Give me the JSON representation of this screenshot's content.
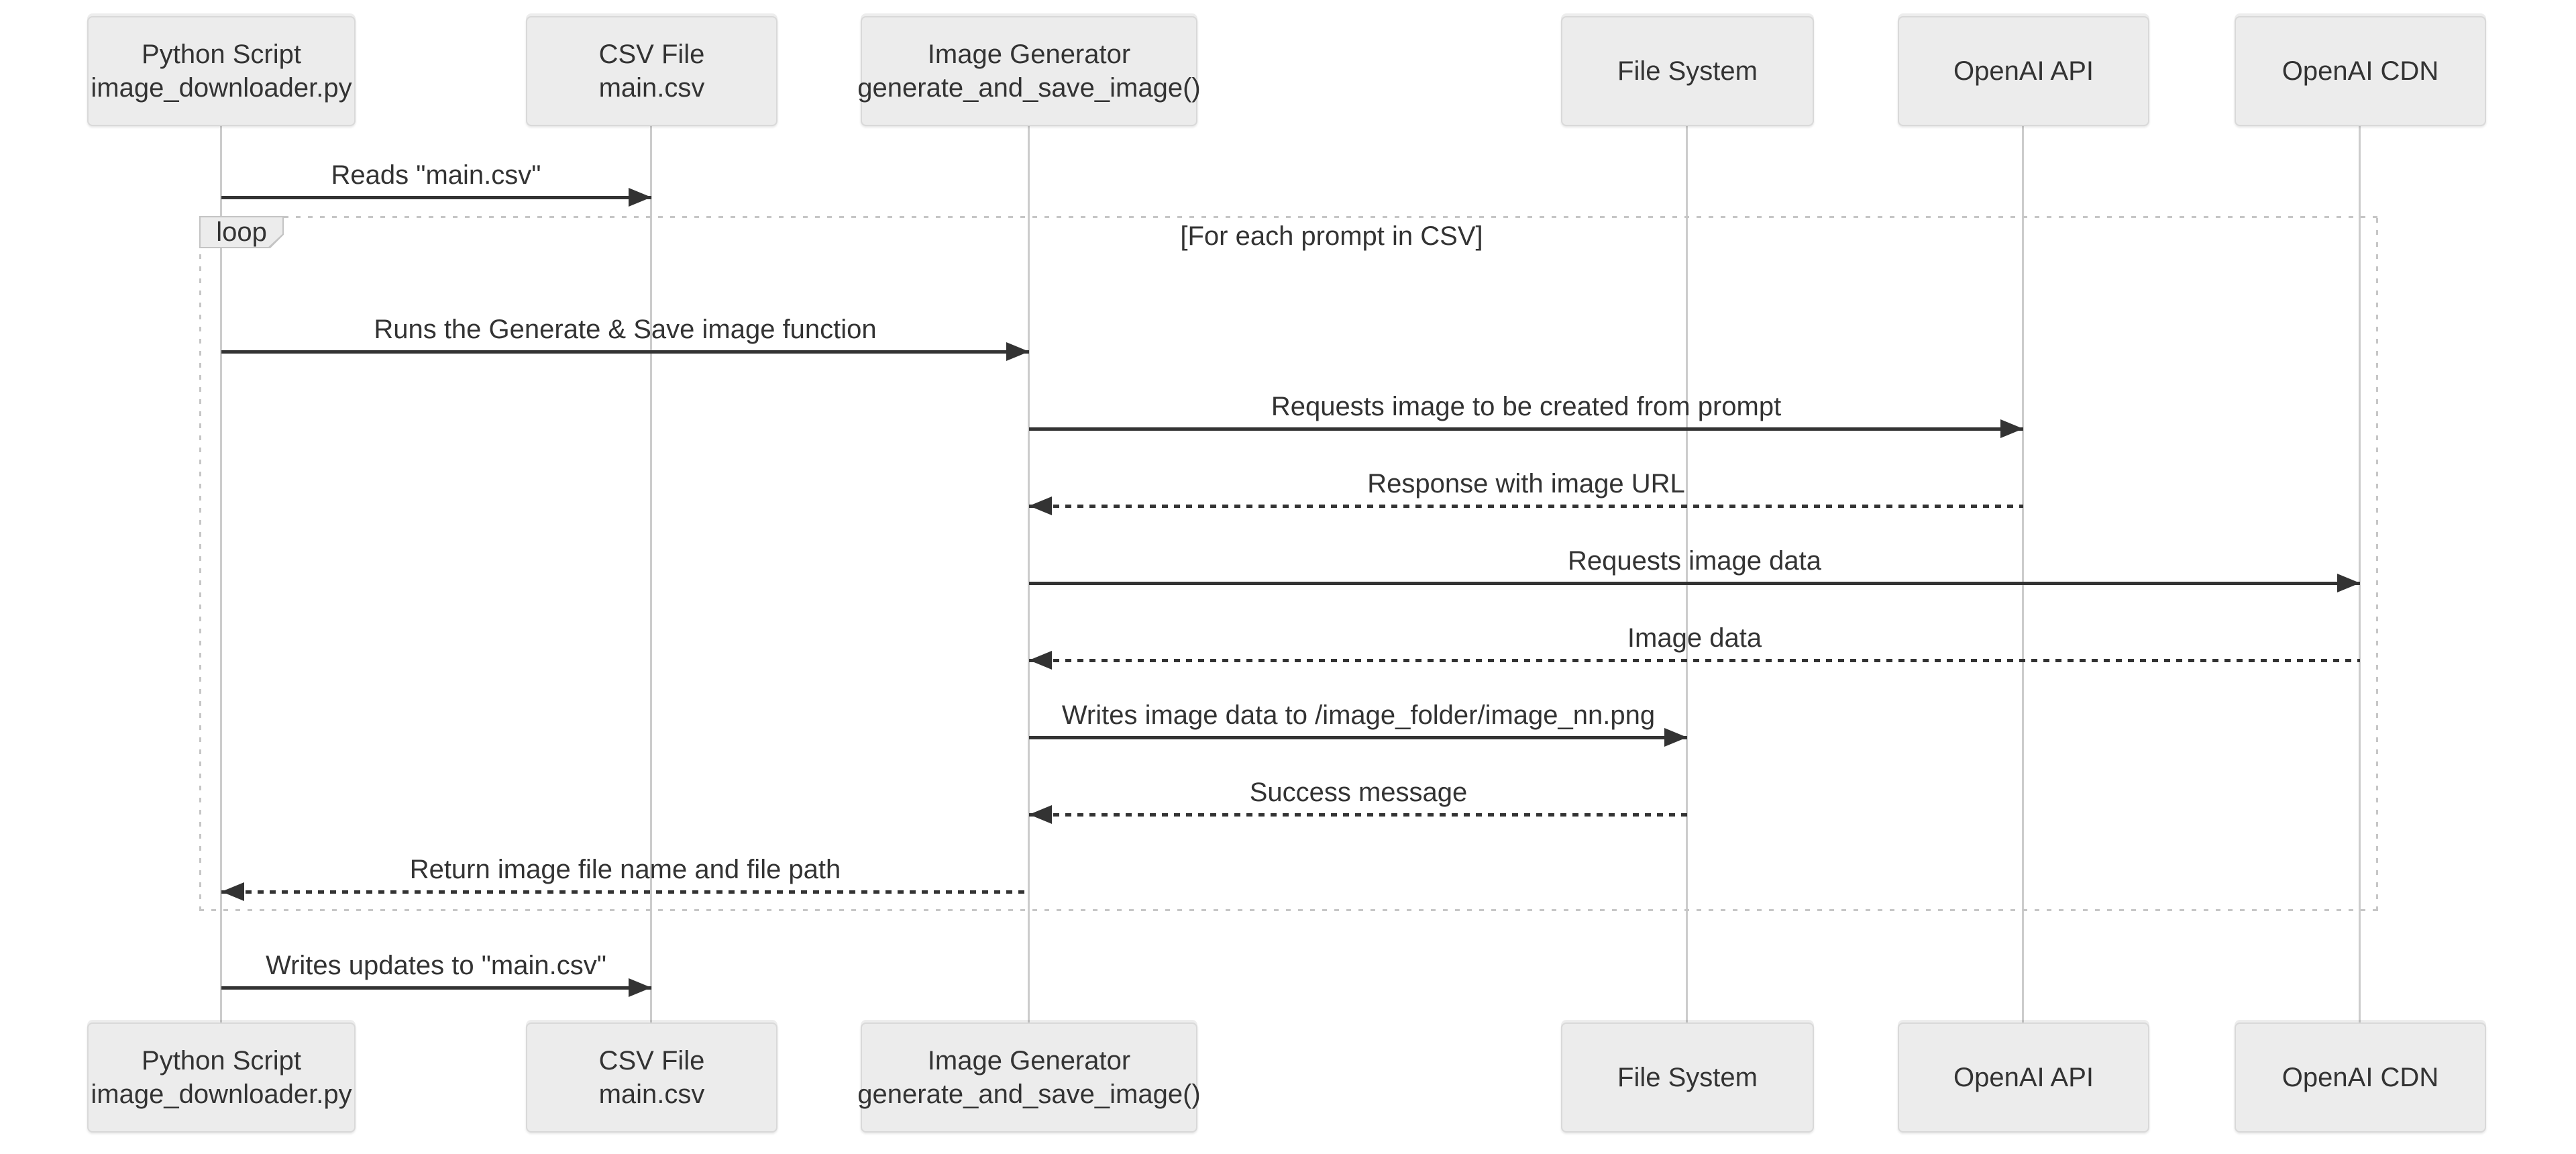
{
  "diagram": {
    "type": "sequence-diagram",
    "colors": {
      "background": "#ffffff",
      "actor_fill": "#ececec",
      "actor_border": "#d9d9d9",
      "lifeline": "#cccccc",
      "arrow": "#333333",
      "text": "#333333",
      "loop_border": "#c6c6c6"
    },
    "actors": [
      {
        "id": "python-script",
        "lines": [
          "Python Script",
          "image_downloader.py"
        ]
      },
      {
        "id": "csv-file",
        "lines": [
          "CSV File",
          "main.csv"
        ]
      },
      {
        "id": "image-generator",
        "lines": [
          "Image Generator",
          "generate_and_save_image()"
        ]
      },
      {
        "id": "file-system",
        "lines": [
          "File System"
        ]
      },
      {
        "id": "openai-api",
        "lines": [
          "OpenAI API"
        ]
      },
      {
        "id": "openai-cdn",
        "lines": [
          "OpenAI CDN"
        ]
      }
    ],
    "loop": {
      "label": "loop",
      "condition": "[For each prompt in CSV]"
    },
    "messages": [
      {
        "from": "python-script",
        "to": "csv-file",
        "style": "solid",
        "label": "Reads \"main.csv\""
      },
      {
        "from": "python-script",
        "to": "image-generator",
        "style": "solid",
        "label": "Runs the Generate & Save image function"
      },
      {
        "from": "image-generator",
        "to": "openai-api",
        "style": "solid",
        "label": "Requests image to be created from prompt"
      },
      {
        "from": "openai-api",
        "to": "image-generator",
        "style": "dashed",
        "label": "Response with image URL"
      },
      {
        "from": "image-generator",
        "to": "openai-cdn",
        "style": "solid",
        "label": "Requests image data"
      },
      {
        "from": "openai-cdn",
        "to": "image-generator",
        "style": "dashed",
        "label": "Image data"
      },
      {
        "from": "image-generator",
        "to": "file-system",
        "style": "solid",
        "label": "Writes image data to /image_folder/image_nn.png"
      },
      {
        "from": "file-system",
        "to": "image-generator",
        "style": "dashed",
        "label": "Success message"
      },
      {
        "from": "image-generator",
        "to": "python-script",
        "style": "dashed",
        "label": "Return image file name and file path"
      },
      {
        "from": "python-script",
        "to": "csv-file",
        "style": "solid",
        "label": "Writes updates to \"main.csv\""
      }
    ]
  }
}
